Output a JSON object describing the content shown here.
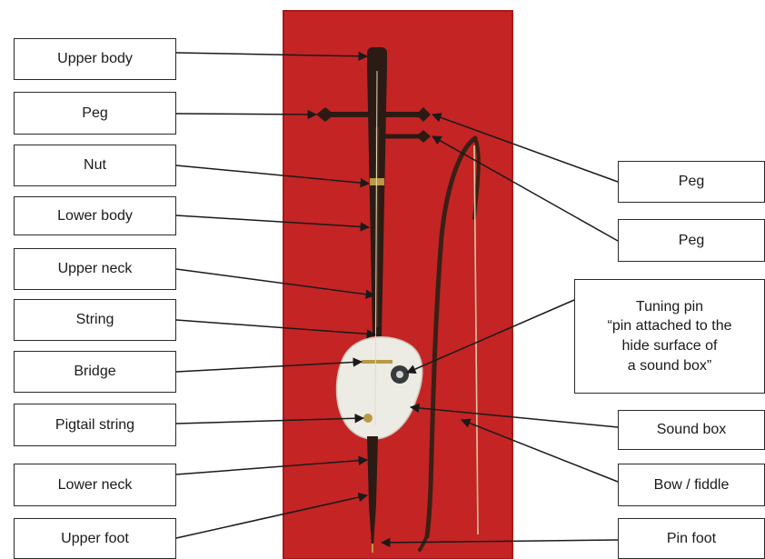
{
  "colors": {
    "backdrop": "#c42424",
    "instrument_dark": "#2b1b14",
    "soundbox": "#ecebe4",
    "bow_string": "#d9c9a6",
    "leader": "#1a1a1a"
  },
  "labels": {
    "left": [
      "Upper body",
      "Peg",
      "Nut",
      "Lower body",
      "Upper neck",
      "String",
      "Bridge",
      "Pigtail string",
      "Lower neck",
      "Upper foot"
    ],
    "right": [
      "Peg",
      "Peg",
      "Tuning pin\n“pin attached to the\nhide surface of\na sound box”",
      "Sound box",
      "Bow / fiddle",
      "Pin foot"
    ]
  }
}
